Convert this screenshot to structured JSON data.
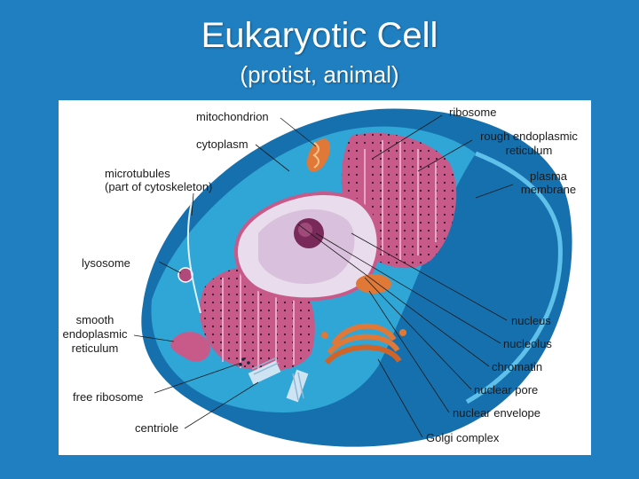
{
  "header": {
    "title": "Eukaryotic Cell",
    "subtitle": "(protist, animal)"
  },
  "colors": {
    "background": "#1f7fc0",
    "cytoplasm": "#2fa6d6",
    "cell_body": "#1670ad",
    "organelle_pink": "#c85a8a",
    "nucleus_pale": "#e9dcec",
    "golgi_orange": "#e07838"
  },
  "labels": {
    "mitochondrion": "mitochondrion",
    "cytoplasm": "cytoplasm",
    "microtubules_1": "microtubules",
    "microtubules_2": "(part of cytoskeleton)",
    "lysosome": "lysosome",
    "smooth_er_1": "smooth",
    "smooth_er_2": "endoplasmic",
    "smooth_er_3": "reticulum",
    "free_ribosome": "free ribosome",
    "centriole": "centriole",
    "ribosome": "ribosome",
    "rough_er_1": "rough endoplasmic",
    "rough_er_2": "reticulum",
    "plasma_membrane_1": "plasma",
    "plasma_membrane_2": "membrane",
    "nucleus": "nucleus",
    "nucleolus": "nucleolus",
    "chromatin": "chromatin",
    "nuclear_pore": "nuclear pore",
    "nuclear_envelope": "nuclear envelope",
    "golgi_complex": "Golgi complex"
  }
}
